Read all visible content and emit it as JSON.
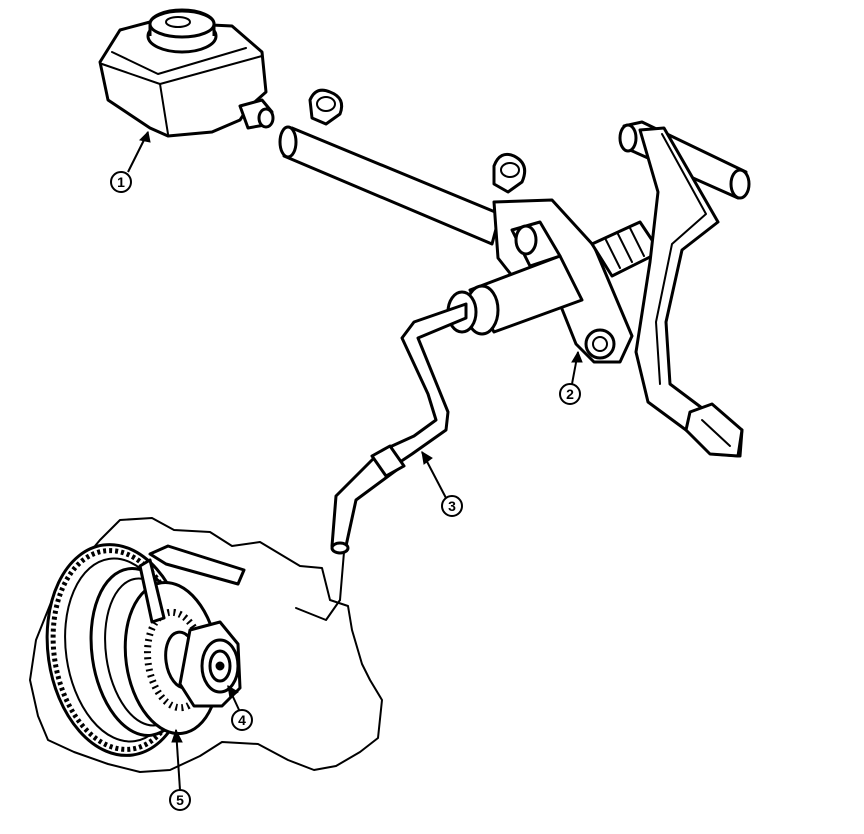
{
  "callouts": [
    {
      "id": "reservoir",
      "label": "1"
    },
    {
      "id": "master-cylinder",
      "label": "2"
    },
    {
      "id": "hydraulic-line",
      "label": "3"
    },
    {
      "id": "slave-cylinder",
      "label": "4"
    },
    {
      "id": "clutch-assembly",
      "label": "5"
    }
  ]
}
